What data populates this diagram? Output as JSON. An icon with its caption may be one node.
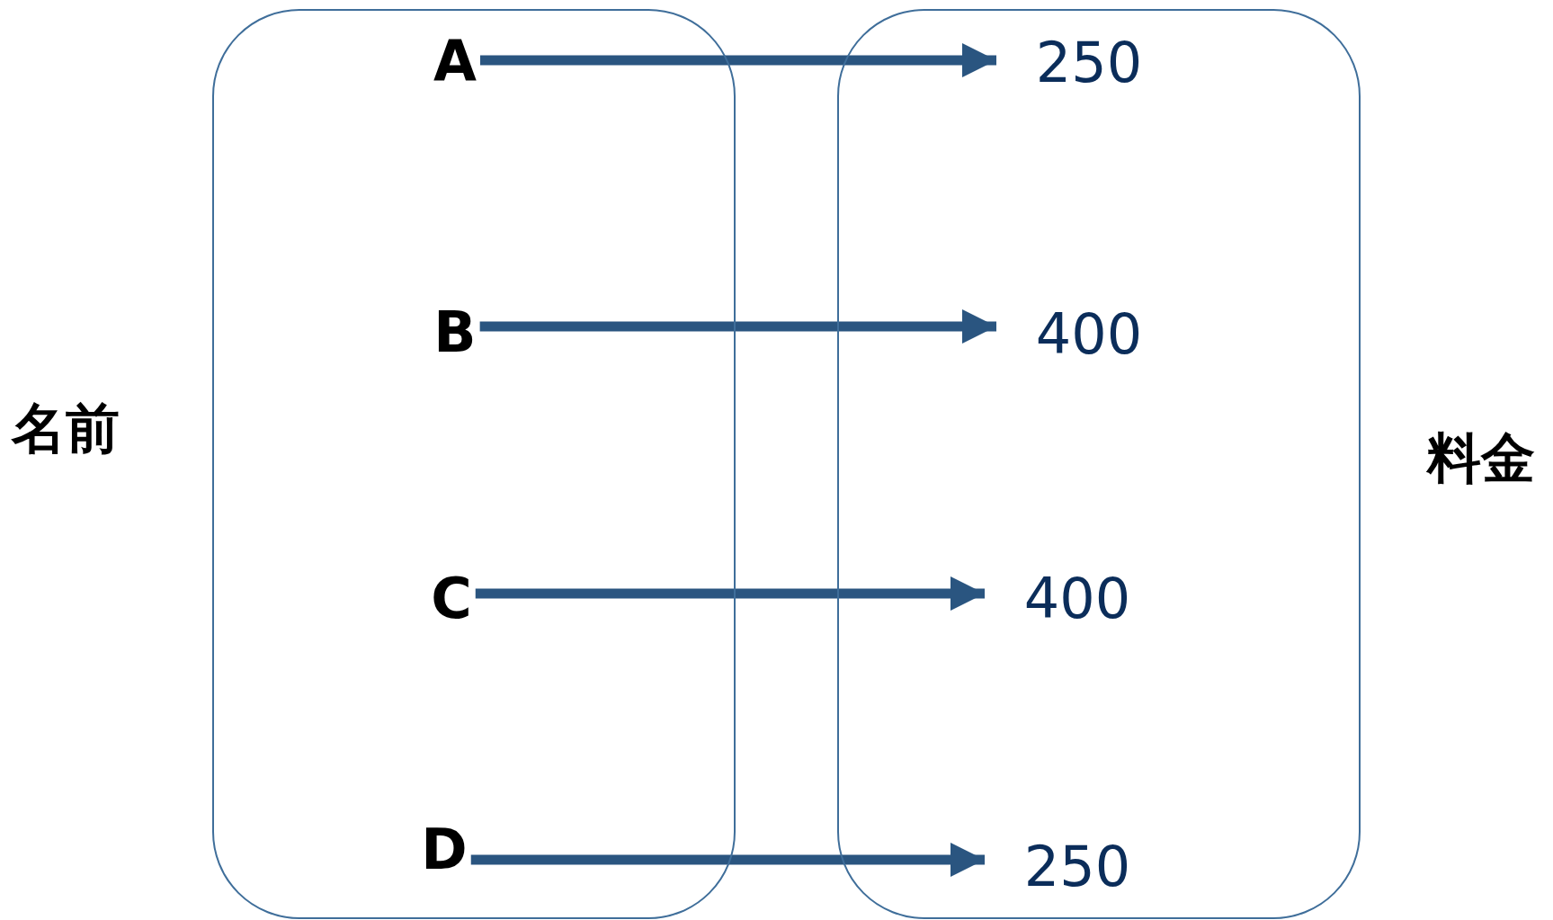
{
  "diagram": {
    "nodes": [
      {
        "text": [
          "名前"
        ]
      },
      {
        "text": [
          "A"
        ],
        "in": 0
      },
      {
        "text": [
          "B"
        ],
        "in": 0
      },
      {
        "text": [
          "C"
        ],
        "in": 0
      },
      {
        "text": [
          "D"
        ],
        "in": 0
      },
      {
        "text": [
          "料金"
        ]
      },
      {
        "text": [
          "250"
        ],
        "in": 5
      },
      {
        "text": [
          "400"
        ],
        "in": 5
      },
      {
        "text": [
          "400"
        ],
        "in": 5
      },
      {
        "text": [
          "250"
        ],
        "in": 5
      }
    ],
    "edges": [
      {
        "from": 1,
        "to": 6,
        "arrow": "to"
      },
      {
        "from": 2,
        "to": 7,
        "arrow": "to"
      },
      {
        "from": 3,
        "to": 8,
        "arrow": "to"
      },
      {
        "from": 4,
        "to": 9,
        "arrow": "to"
      }
    ]
  }
}
